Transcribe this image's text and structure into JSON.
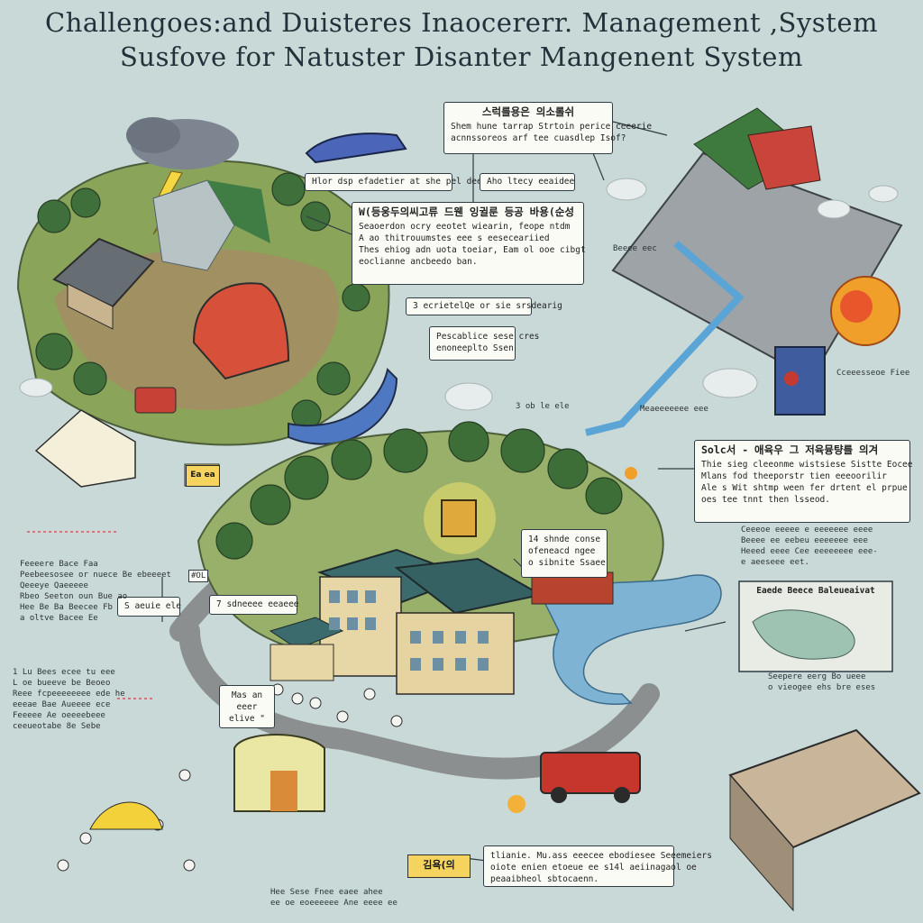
{
  "titles": {
    "line1": "Challengoes:and Duisteres Inaocererr. Management ,System",
    "line2": "Susfove for Natuster Disanter Mangenent System"
  },
  "callouts": {
    "top_center": {
      "heading": "스럭를용은 의소롤쉬",
      "lines": [
        "Shem hune tarrap Strtoin perice ceeerie",
        "acnnssoreos arf tee cuasdlep Isof?"
      ]
    },
    "caption_top_left": "Hlor dsp efadetier at she pel dee",
    "caption_top_mid": "Aho ltecy eeaidee",
    "main_center": {
      "heading": "W(등웅두의씨고류 드웬 잉귈룬 등공 바용(순성",
      "lines": [
        "Seaoerdon ocry eeotet wiearin, feope ntdm",
        "A ao thitrouumstes eee s eeseceariied",
        "Thes ehiog adn uota toeiar, Eam ol ooe cibgt",
        "eoclianne ancbeedo ban."
      ]
    },
    "mid_caption": "3 ecrietelQe or sie srsdearig",
    "small_mid": [
      "Pescablice sese cres",
      "enoneeplto Ssen"
    ],
    "right_solution": {
      "heading": "Solc서 - 애육우 그 저육뮹턍를 의겨",
      "lines": [
        "Thie sieg cleeonme wistsiese Sistte Eocee",
        "Mlans fod theeporstr tien eeeoorilir",
        "Ale s Wit shtmp ween fer drtent el prpue",
        "oes tee tnnt then lsseod."
      ]
    },
    "building_box": [
      "14 shnde conse",
      "ofeneacd ngee",
      "o sibnite Ssaee"
    ],
    "sign_small": [
      "Mas an",
      "eeer",
      "elive \""
    ],
    "label_s": "S aeuie ele",
    "label_7": "7  sdneeee eeaeee",
    "bottom_right_box": [
      "tlianie. Mu.ass eeecee ebodiesee Seeemeiers",
      "oiote enien etoeue ee s14l aeiinagaol oe",
      "peaaibheol sbtocaenn."
    ],
    "badge_box": {
      "heading": "Eaede Beece Baleueaivat"
    },
    "badge_caption": [
      "Seepere eerg Bo ueee",
      "o vieogee ehs bre eses"
    ],
    "left_notes_1": [
      "Feeeere Bace Faa",
      "Peebeesosee or nuece Be ebeeeet",
      "Qeeeye Qaeeeee",
      "Rbeo Seeton oun Bue ao",
      "Hee Be Ba Beecee Fb",
      "a oltve Bacee Ee"
    ],
    "left_notes_2": [
      "1 Lu Bees ecee tu eee",
      "L oe bueeve be Beoeo",
      "Reee fcpeeeeeeee ede he",
      "eeeae Bae Aueeee ece",
      "Feeeee Ae oeeeebeee",
      "ceeueotabe 8e Sebe"
    ],
    "right_notes": [
      "Ceeeoe eeeee e eeeeeee eeee",
      "Beeee ee eebeu eeeeeee eee",
      "Heeed eeee Cee eeeeeeee eee-",
      "e aeeseee eet."
    ],
    "confluence_label": "Cceeesseoe Fiee",
    "water_label": "Meaeeeeeee eee",
    "bottom_caption": [
      "Hee Sese Fnee eaee ahee",
      "ee oe eoeeeeee Ane eeee ee"
    ],
    "tent_sign": "김욕(의",
    "boat_label": "Beeee eec",
    "ssd_label": "3 ob le  ele",
    "eg_label": "Ea ea",
    "pos_label": "#OL"
  },
  "colors": {
    "sky": "#c9d9d8",
    "grass": "#7fa14e",
    "forest": "#3f6f3a",
    "water": "#7fb3d3",
    "road": "#8c8f90",
    "roof": "#3b6b6d",
    "building": "#e8d7a6",
    "fire": "#f0a02a",
    "tent_red": "#d6503a",
    "warn_yellow": "#f4d35e"
  }
}
